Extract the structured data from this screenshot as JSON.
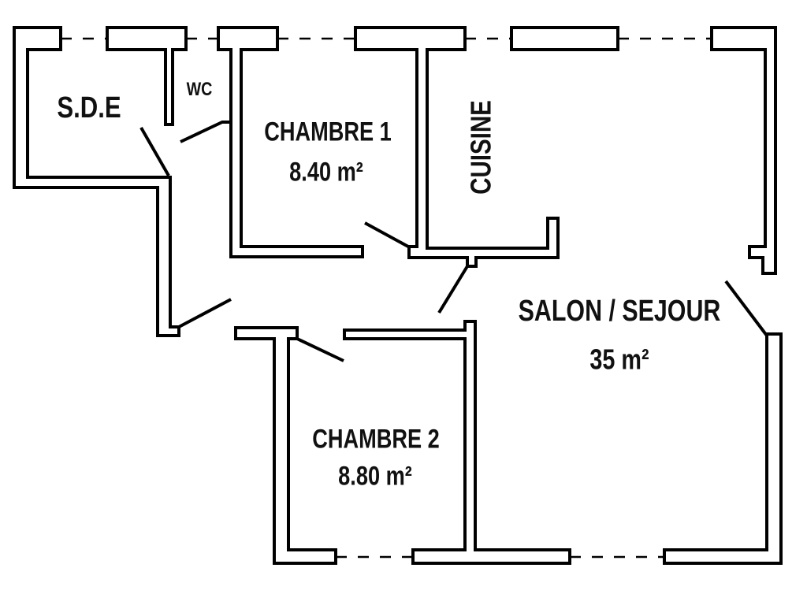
{
  "title": "Floor plan",
  "colors": {
    "wall": "#000000",
    "background": "#ffffff",
    "text": "#111111"
  },
  "rooms": {
    "sde": {
      "name": "S.D.E"
    },
    "wc": {
      "name": "WC"
    },
    "chambre1": {
      "name": "CHAMBRE 1",
      "area": "8.40 m²"
    },
    "cuisine": {
      "name": "CUISINE"
    },
    "salon": {
      "name": "SALON / SEJOUR",
      "area": "35 m²"
    },
    "chambre2": {
      "name": "CHAMBRE 2",
      "area": "8.80 m²"
    }
  }
}
